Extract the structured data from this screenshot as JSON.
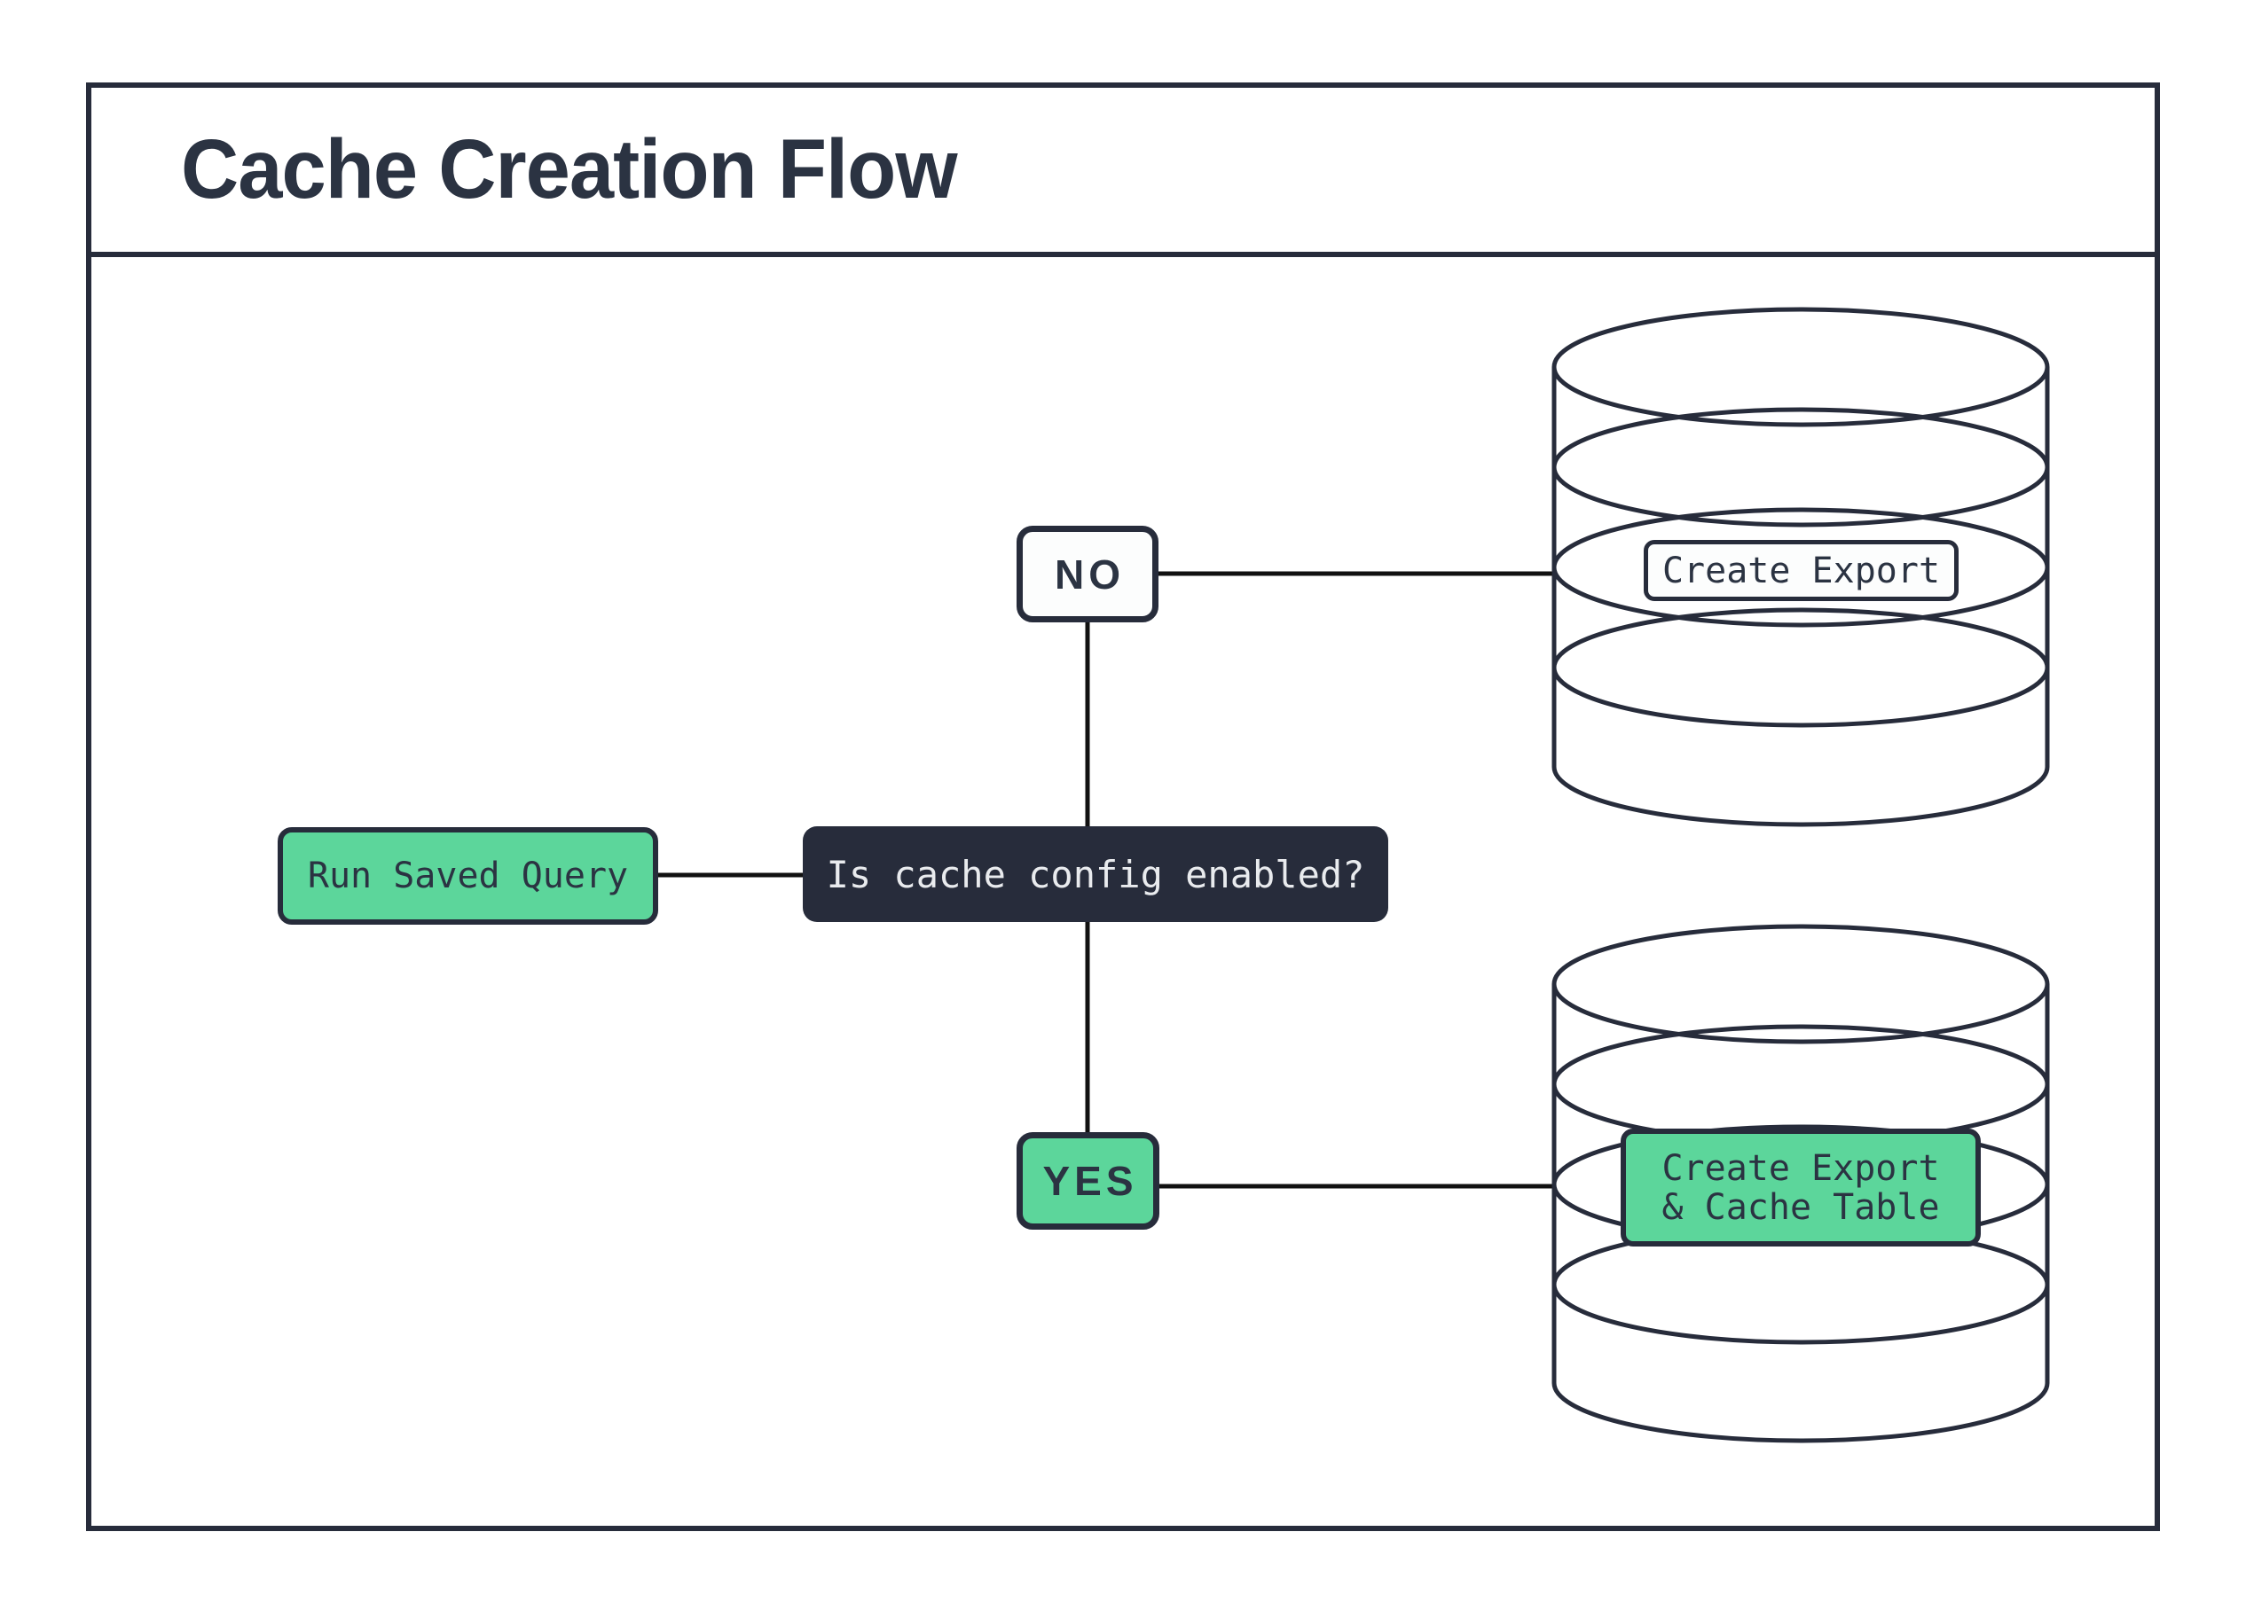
{
  "header": {
    "title": "Cache Creation Flow"
  },
  "flow": {
    "start": {
      "label": "Run Saved Query"
    },
    "decision": {
      "label": "Is cache config enabled?"
    },
    "branch_no": {
      "label": "NO"
    },
    "branch_yes": {
      "label": "YES"
    },
    "no_outcome": {
      "label": "Create Export"
    },
    "yes_outcome": {
      "line1": "Create Export",
      "line2": "& Cache Table"
    }
  },
  "colors": {
    "ink": "#272c3b",
    "green": "#5cd69b",
    "connector": "#111111",
    "light_text": "#e9ebee",
    "node_white": "#fcfdfd"
  }
}
